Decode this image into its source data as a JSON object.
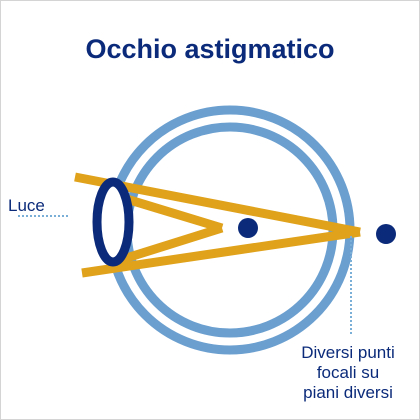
{
  "title": "Occhio astigmatico",
  "labels": {
    "light": "Luce",
    "focal_points": [
      "Diversi punti",
      "focali su",
      "piani diversi"
    ]
  },
  "colors": {
    "title_text": "#0b2b7a",
    "eye_ring": "#6a9fd0",
    "light_rays": "#e0a21a",
    "lens": "#0b2b7a",
    "focal_dot": "#0b2b7a",
    "dotted_leader": "#7ab0d8"
  }
}
